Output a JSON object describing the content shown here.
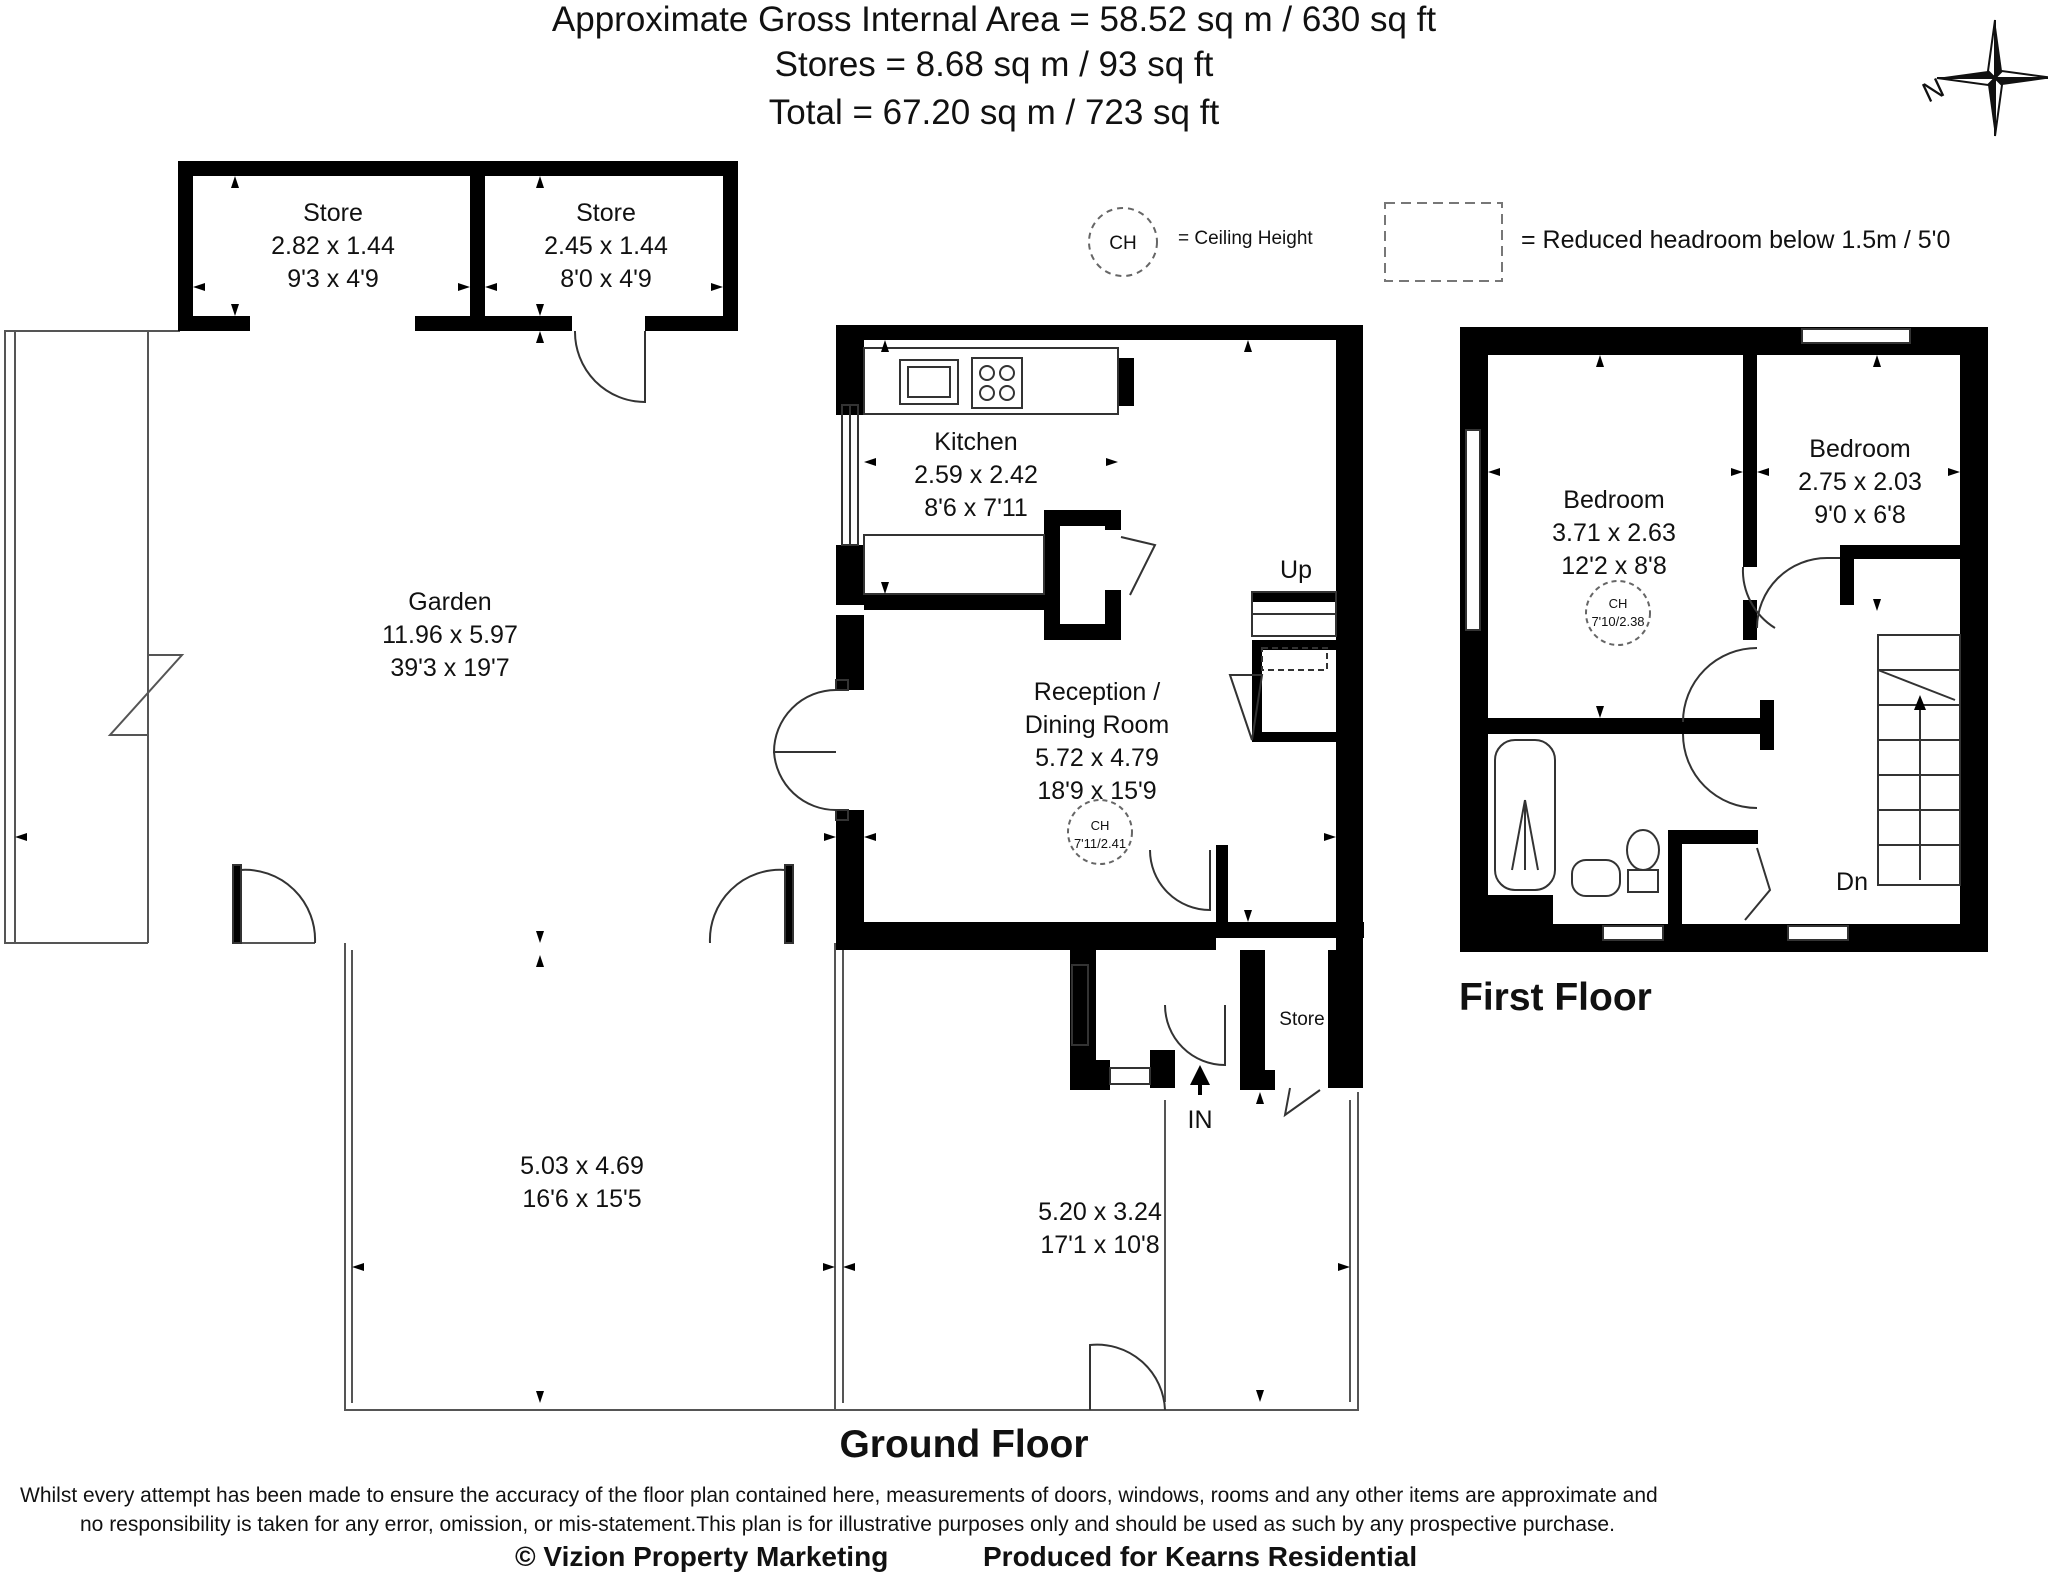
{
  "header": {
    "line1": "Approximate Gross Internal Area = 58.52 sq m / 630 sq ft",
    "line2": "Stores = 8.68 sq m / 93 sq ft",
    "line3": "Total = 67.20 sq m / 723 sq ft"
  },
  "compass": {
    "north_label": "N",
    "icon": "compass-rose-icon"
  },
  "legend": {
    "ch_symbol": "CH",
    "ch_text": "= Ceiling Height",
    "reduced_text": "= Reduced headroom below 1.5m / 5'0"
  },
  "ground_floor": {
    "title": "Ground Floor",
    "store_left": {
      "name": "Store",
      "metric": "2.82 x 1.44",
      "imperial": "9'3 x 4'9"
    },
    "store_right": {
      "name": "Store",
      "metric": "2.45 x 1.44",
      "imperial": "8'0 x 4'9"
    },
    "garden": {
      "name": "Garden",
      "metric": "11.96 x 5.97",
      "imperial": "39'3 x 19'7"
    },
    "kitchen": {
      "name": "Kitchen",
      "metric": "2.59 x 2.42",
      "imperial": "8'6 x 7'11"
    },
    "reception": {
      "name_line1": "Reception /",
      "name_line2": "Dining Room",
      "metric": "5.72 x 4.79",
      "imperial": "18'9 x 15'9",
      "ch_label": "CH",
      "ch_value": "7'11/2.41"
    },
    "front_left": {
      "metric": "5.03 x 4.69",
      "imperial": "16'6 x 15'5"
    },
    "front_right": {
      "metric": "5.20 x 3.24",
      "imperial": "17'1 x 10'8"
    },
    "up_label": "Up",
    "in_label": "IN",
    "store_small": "Store"
  },
  "first_floor": {
    "title": "First Floor",
    "bedroom1": {
      "name": "Bedroom",
      "metric": "3.71 x 2.63",
      "imperial": "12'2 x 8'8",
      "ch_label": "CH",
      "ch_value": "7'10/2.38"
    },
    "bedroom2": {
      "name": "Bedroom",
      "metric": "2.75 x 2.03",
      "imperial": "9'0 x 6'8"
    },
    "dn_label": "Dn"
  },
  "footer": {
    "disclaimer1": "Whilst every attempt has been made to ensure the accuracy of the floor plan contained here, measurements of doors, windows, rooms and any other items are approximate and",
    "disclaimer2": "no responsibility is taken for any error, omission, or mis-statement.This plan is for illustrative purposes only and should be used as such by any prospective purchase.",
    "copyright": "© Vizion Property Marketing",
    "produced": "Produced for Kearns Residential"
  }
}
